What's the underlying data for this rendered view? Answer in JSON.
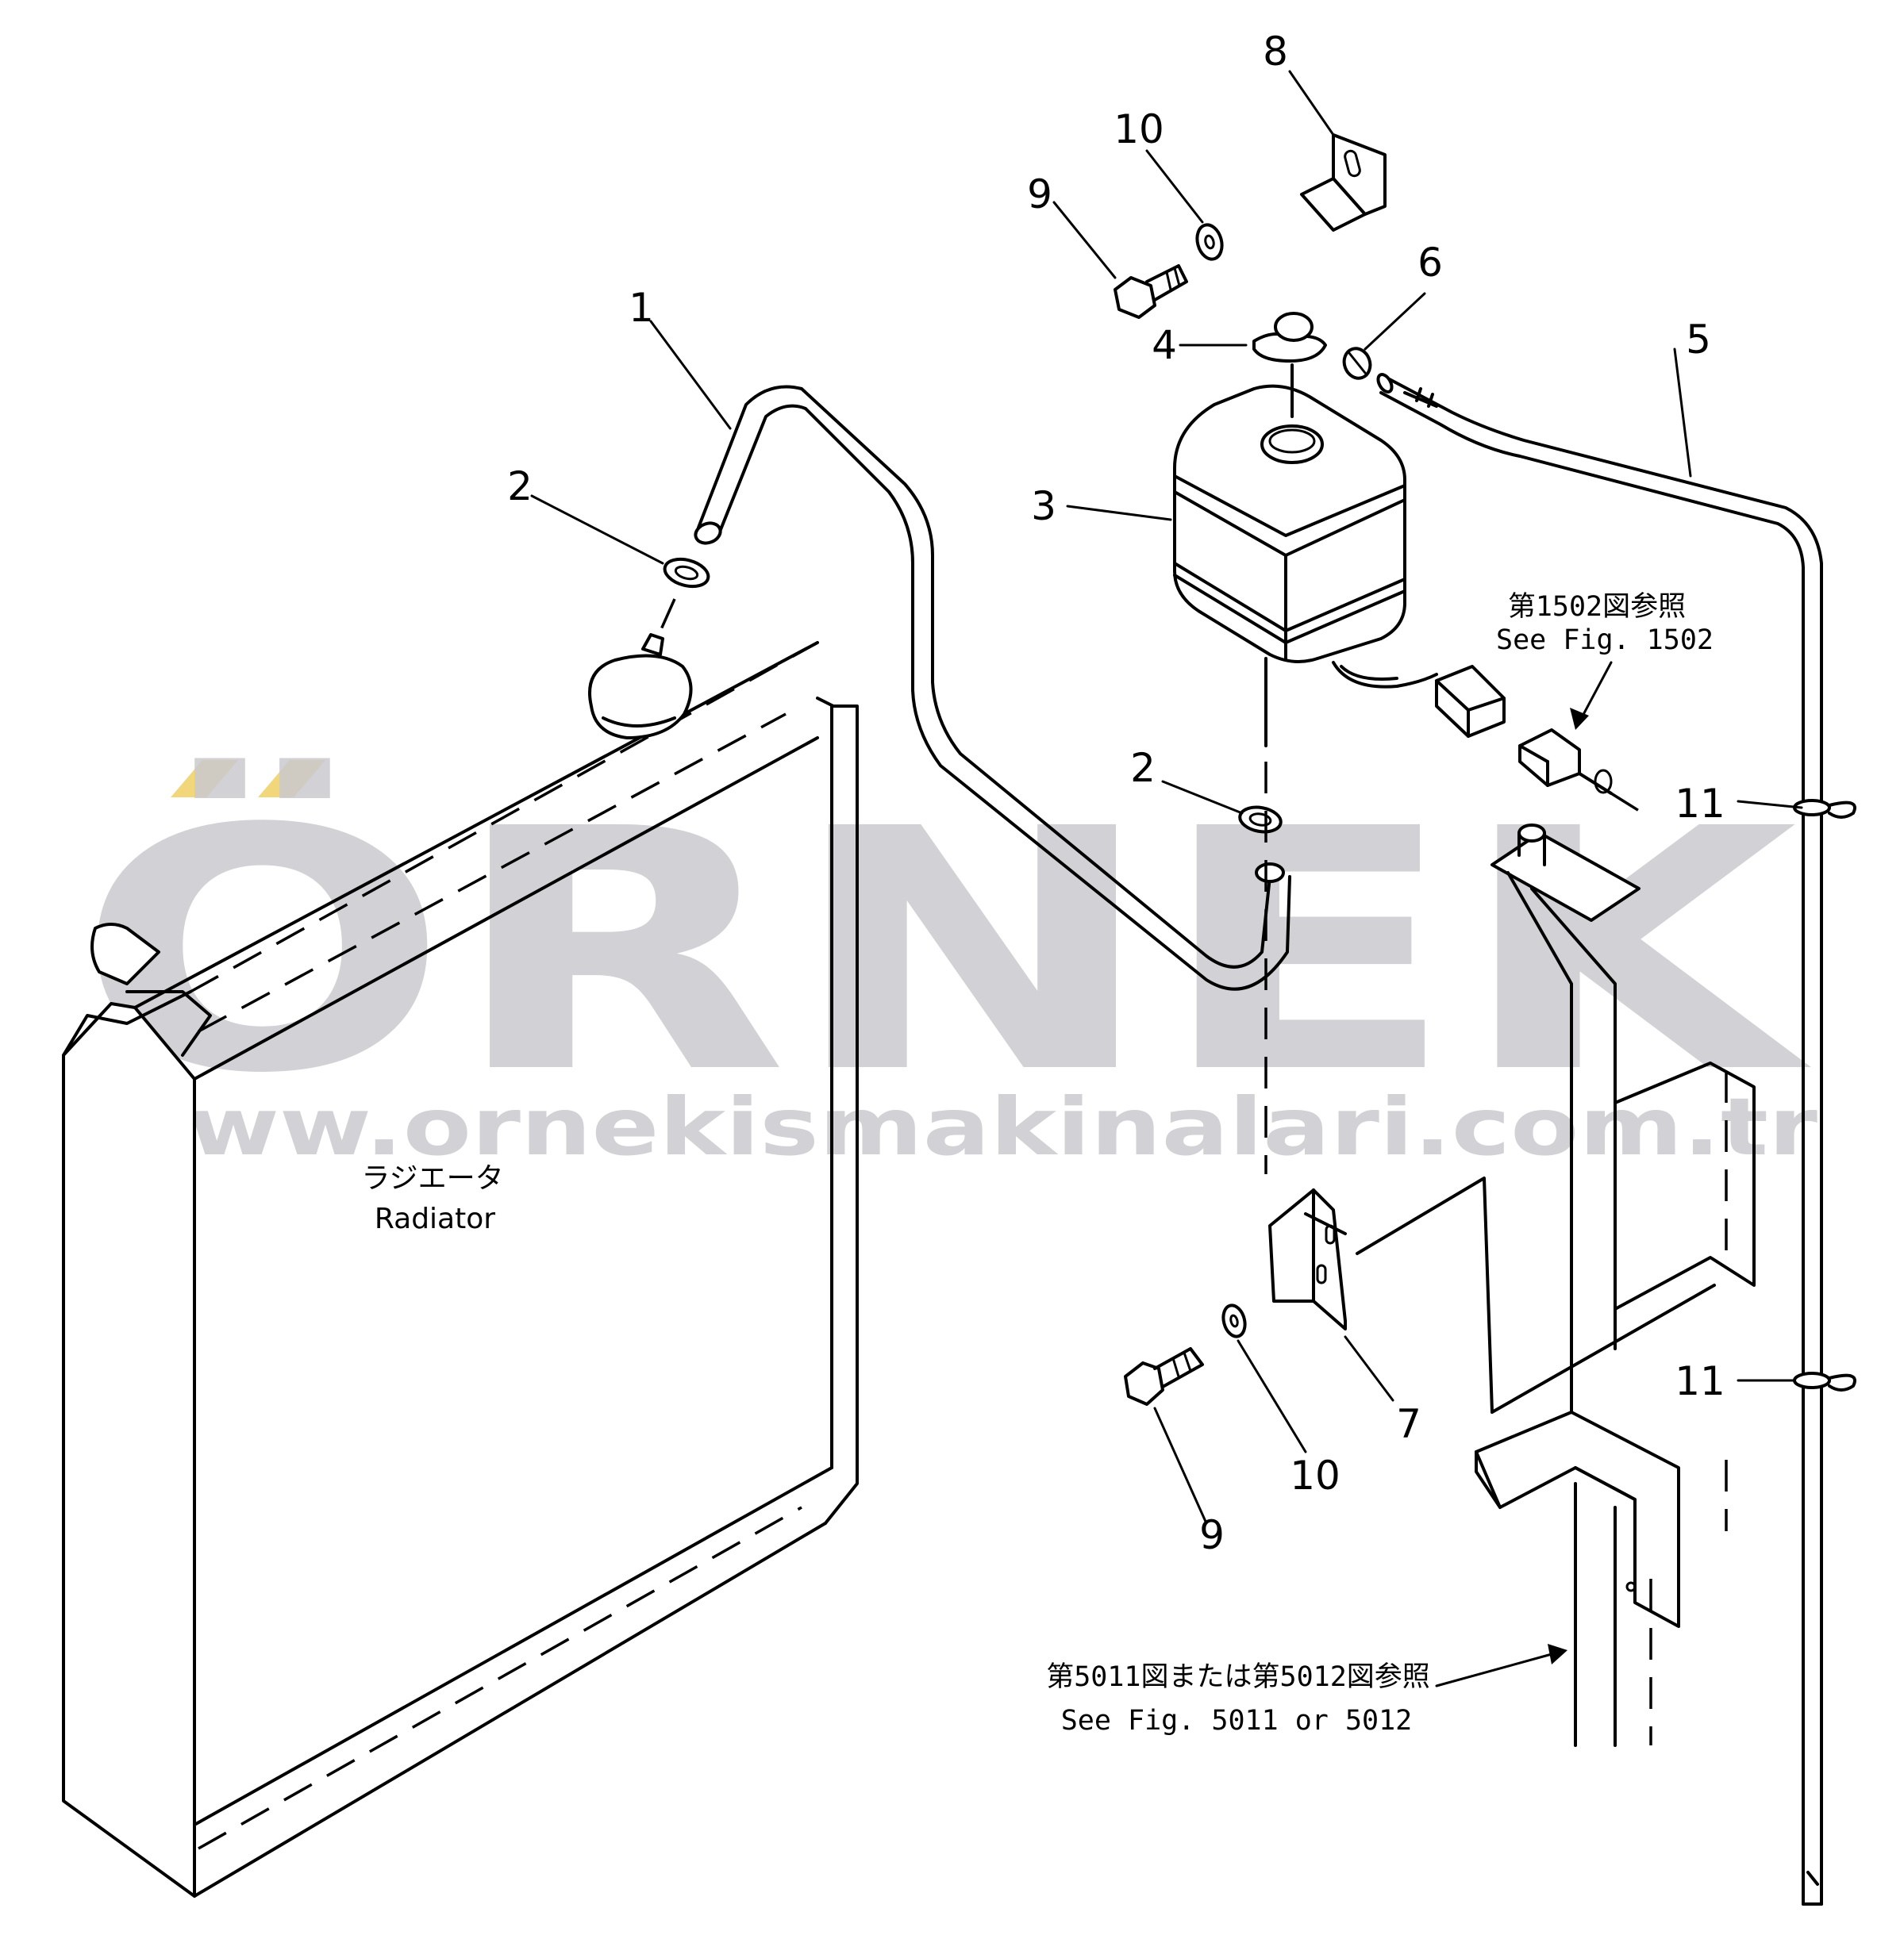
{
  "watermark": {
    "brand": "ÖRNEK",
    "url": "www.ornekismakinalari.com.tr",
    "brand_color": "#c9c9cf",
    "accent_color": "#f2d77a"
  },
  "labels": {
    "radiator_jp": "ラジエータ",
    "radiator_en": "Radiator"
  },
  "notes": {
    "fig1502_jp": "第1502図参照",
    "fig1502_en": "See Fig. 1502",
    "fig5011_jp": "第5011図または第5012図参照",
    "fig5011_en": "See Fig. 5011 or 5012"
  },
  "callouts": {
    "c1": "1",
    "c2a": "2",
    "c2b": "2",
    "c3": "3",
    "c4": "4",
    "c5": "5",
    "c6": "6",
    "c7": "7",
    "c8": "8",
    "c9a": "9",
    "c9b": "9",
    "c10a": "10",
    "c10b": "10",
    "c11a": "11",
    "c11b": "11"
  }
}
